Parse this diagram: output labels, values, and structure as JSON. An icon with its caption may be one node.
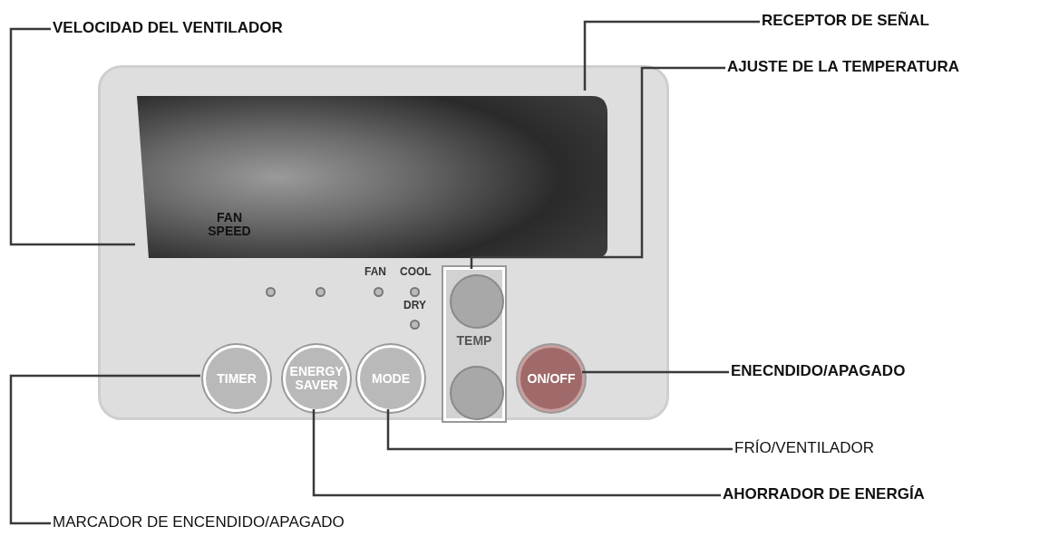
{
  "diagram": {
    "nodes": [
      {
        "text": [],
        "shape": "box"
      },
      {
        "text": [
          "VELOCIDAD DEL VENTILADOR"
        ]
      },
      {
        "text": [
          "RECEPTOR DE SEÑAL"
        ]
      },
      {
        "text": [
          "AJUSTE DE LA TEMPERATURA"
        ]
      },
      {
        "text": [
          "FAN SPEED"
        ],
        "in": 0
      },
      {
        "text": [
          "TEMP"
        ],
        "in": 0
      },
      {
        "text": [],
        "shape": "circle",
        "in": 5
      },
      {
        "text": [],
        "shape": "circle",
        "in": 5
      },
      {
        "text": [
          "TIMER"
        ],
        "in": 0
      },
      {
        "text": [
          "ENERGY SAVER"
        ],
        "in": 0
      },
      {
        "text": [
          "MODE"
        ],
        "in": 0
      },
      {
        "text": [
          "ON/OFF"
        ],
        "in": 0
      },
      {
        "text": [
          "ENECNDIDO/APAGADO"
        ]
      },
      {
        "text": [
          "FRÍO/VENTILADOR"
        ]
      },
      {
        "text": [
          "AHORRADOR DE ENERGÍA"
        ]
      },
      {
        "text": [
          "MARCADOR DE ENCENDIDO/APAGADO"
        ]
      }
    ],
    "edges": [
      {
        "from": 1,
        "to": 4,
        "arrow": "none"
      },
      {
        "from": 2,
        "to": 4,
        "arrow": "none"
      },
      {
        "from": 3,
        "to": 6,
        "arrow": "none"
      },
      {
        "from": 12,
        "to": 11,
        "arrow": "none"
      },
      {
        "from": 13,
        "to": 10,
        "arrow": "none"
      },
      {
        "from": 14,
        "to": 9,
        "arrow": "none"
      },
      {
        "from": 15,
        "to": 8,
        "arrow": "none"
      }
    ],
    "labels": [
      "FAN",
      "COOL",
      "DRY"
    ]
  }
}
